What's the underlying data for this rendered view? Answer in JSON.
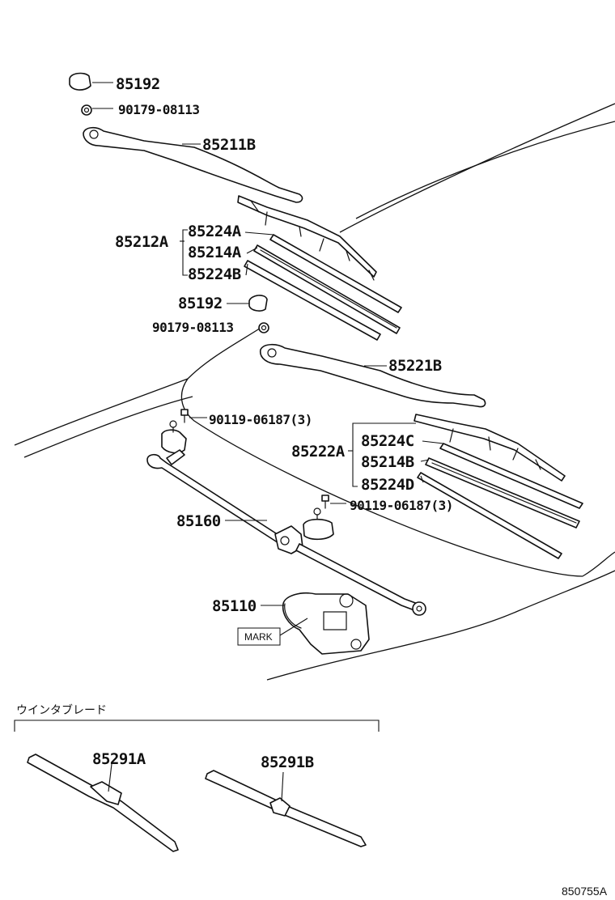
{
  "labels": {
    "cap_top": "85192",
    "nut_top": "90179-08113",
    "arm_rh": "85211B",
    "blade_assy_rh": "85212A",
    "rubber_rh_1": "85224A",
    "insert_rh": "85214A",
    "rubber_rh_2": "85224B",
    "cap_mid": "85192",
    "nut_mid": "90179-08113",
    "arm_lh": "85221B",
    "bolt_1": "90119-06187(3)",
    "blade_assy_lh": "85222A",
    "rubber_lh_1": "85224C",
    "insert_lh": "85214B",
    "rubber_lh_2": "85224D",
    "link": "85160",
    "bolt_2": "90119-06187(3)",
    "motor": "85110",
    "mark": "MARK",
    "section_title": "ウインタブレード",
    "winter_blade_1": "85291A",
    "winter_blade_2": "85291B",
    "diagram_code": "850755A"
  }
}
